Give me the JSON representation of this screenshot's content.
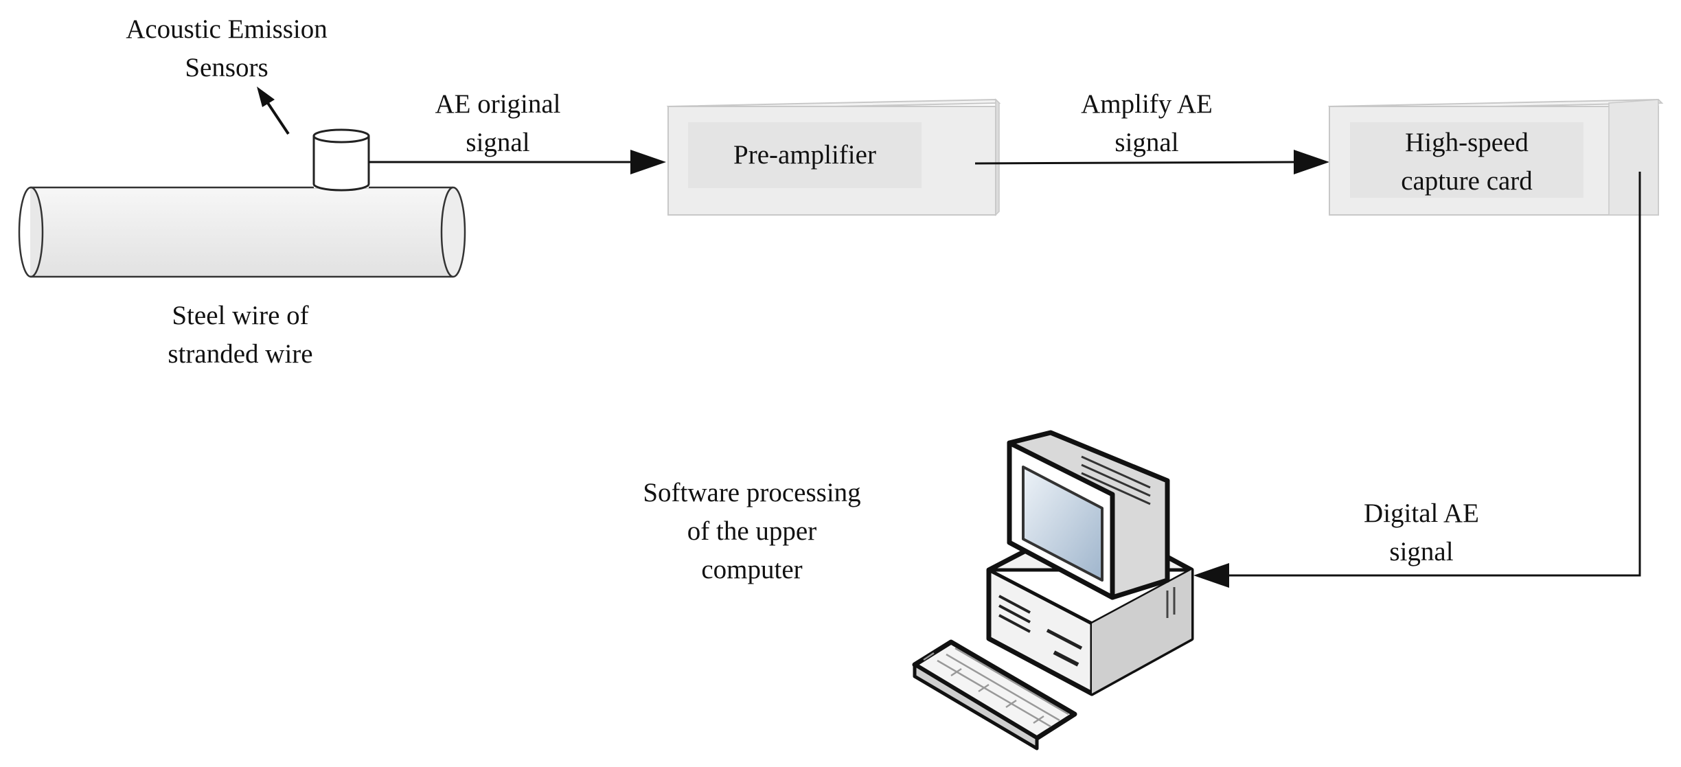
{
  "sensor_label": [
    "Acoustic Emission",
    "Sensors"
  ],
  "wire_label": [
    "Steel wire of",
    "stranded wire"
  ],
  "arrow1_label": [
    "AE original",
    "signal"
  ],
  "preamp_label": "Pre-amplifier",
  "arrow2_label": [
    "Amplify AE",
    "signal"
  ],
  "capture_label": [
    "High-speed",
    "capture card"
  ],
  "digital_label": [
    "Digital AE",
    "signal"
  ],
  "computer_label": [
    "Software processing",
    "of the upper",
    "computer"
  ],
  "icons": {
    "pipe": "steel-wire-cylinder",
    "sensor": "sensor-cylinder",
    "preamp": "box-3d",
    "capture": "box-3d",
    "computer": "desktop-computer"
  }
}
